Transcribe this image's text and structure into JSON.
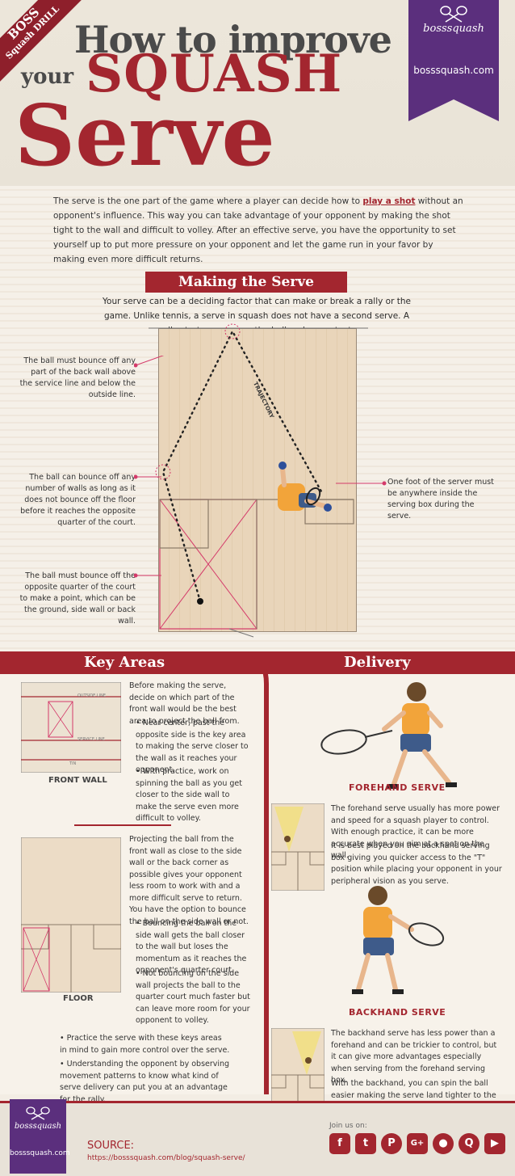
{
  "header": {
    "corner_line1": "BOSS",
    "corner_line2": "Squash DRILL",
    "title_line1": "How to improve",
    "title_your": "your",
    "title_squash": "SQUASH",
    "title_serve": "Serve",
    "logo_text": "bosssquash",
    "site": "bosssquash.com"
  },
  "intro": {
    "part1": "The serve is the one part of the game where a player can decide how to ",
    "highlight": "play a shot",
    "part2": " without an opponent's influence. This way you can take advantage of your opponent by making the shot tight to the wall and difficult to volley. After an effective serve, you have the opportunity to set yourself up to put more pressure on your opponent and let the game run in your favor by making even more difficult returns."
  },
  "making": {
    "title": "Making the Serve",
    "text": "Your serve can be a deciding factor that can make or break a rally or the game. Unlike tennis, a serve in squash does not have a second serve. A rally starts as soon as the ball makes contact.",
    "trajectory": "TRAJECTORY",
    "note_back_wall": "The ball must bounce off any part of the back wall above the service line and below the outside line.",
    "note_walls": "The ball can bounce off any number of walls as long as it does not bounce off the floor before it reaches the opposite quarter of the court.",
    "note_quarter": "The ball must bounce off the opposite quarter of the court to make a point, which can be the ground, side wall or back wall.",
    "note_foot": "One foot of the server must be anywhere inside the serving box during the serve."
  },
  "key_areas": {
    "title": "Key Areas",
    "front_wall_label": "FRONT WALL",
    "floor_label": "FLOOR",
    "outside_line": "OUTSIDE LINE",
    "service_line": "SERVICE LINE",
    "tin": "TIN",
    "text1": "Before making the serve, decide on which part of the front wall would be the best area to project the ball from.",
    "bullet1": "Near center, past the opposite side is the key area to making the serve closer to the wall as it reaches your opponent.",
    "bullet2": "With practice, work on spinning the ball as you get closer to the side wall to make the serve even more difficult to volley.",
    "text2": "Projecting the ball from the front wall as close to the side wall or the back corner as possible gives your opponent less room to work with and a more difficult serve to return. You have the option to bounce the ball on the side wall or not.",
    "bullet3": "Bouncing the ball on the side wall gets the ball closer to the wall but loses the momentum as it reaches the opponent's quarter court.",
    "bullet4": "Not bouncing on the side wall projects the ball to the quarter court much faster but can leave more room for your opponent to volley.",
    "bullet5": "Practice the serve with these keys areas in mind to gain more control over the serve.",
    "bullet6": "Understanding the opponent by observing movement patterns to know what kind of serve delivery can put you at an advantage for the rally."
  },
  "delivery": {
    "title": "Delivery",
    "forehand_title": "FOREHAND SERVE",
    "forehand_text1": "The forehand serve usually has more power and speed for a squash player to control. With enough practice, it can be more accurate when you aim at a spot on the wall.",
    "forehand_text2": "It is best played on the backhand serving box giving you quicker access to the \"T\" position while placing your opponent in your peripheral vision as you serve.",
    "backhand_title": "BACKHAND SERVE",
    "backhand_text1": "The backhand serve has less power than a forehand and can be trickier to control, but it can give more advantages especially when serving from the forehand serving box.",
    "backhand_text2": "With the backhand, you can spin the ball easier making the serve land tighter to the side wall."
  },
  "footer": {
    "logo_text": "bosssquash",
    "site": "bosssquash.com",
    "source_label": "SOURCE:",
    "source_url": "https://bosssquash.com/blog/squash-serve/",
    "join": "Join us on:",
    "icons": [
      "facebook-icon",
      "twitter-icon",
      "pinterest-icon",
      "google-plus-icon",
      "reddit-icon",
      "quora-icon",
      "youtube-icon"
    ]
  },
  "colors": {
    "accent": "#a3262f",
    "purple": "#5b2f7d",
    "paper": "#f3ede4"
  }
}
